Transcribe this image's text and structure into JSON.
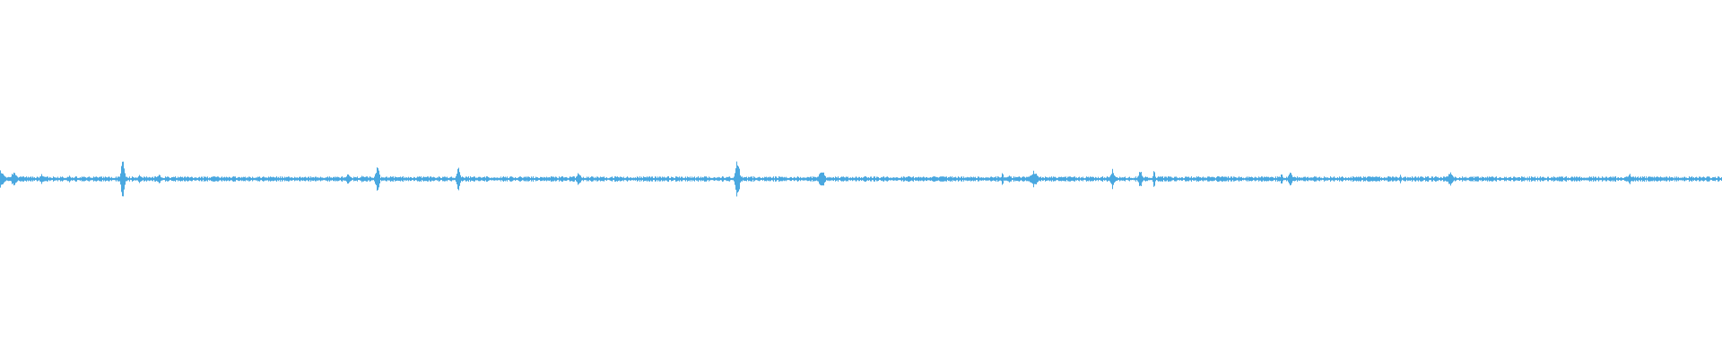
{
  "waveform": {
    "color": "#4aa8e0",
    "background": "#ffffff",
    "baseline_amplitude": 0.015,
    "bursts": [
      {
        "position": 0.0,
        "amplitude": 0.06,
        "width": 0.004
      },
      {
        "position": 0.008,
        "amplitude": 0.05,
        "width": 0.003
      },
      {
        "position": 0.024,
        "amplitude": 0.03,
        "width": 0.002
      },
      {
        "position": 0.04,
        "amplitude": 0.025,
        "width": 0.001
      },
      {
        "position": 0.071,
        "amplitude": 0.12,
        "width": 0.002
      },
      {
        "position": 0.081,
        "amplitude": 0.03,
        "width": 0.002
      },
      {
        "position": 0.092,
        "amplitude": 0.035,
        "width": 0.002
      },
      {
        "position": 0.202,
        "amplitude": 0.035,
        "width": 0.002
      },
      {
        "position": 0.21,
        "amplitude": 0.025,
        "width": 0.001
      },
      {
        "position": 0.219,
        "amplitude": 0.085,
        "width": 0.002
      },
      {
        "position": 0.266,
        "amplitude": 0.07,
        "width": 0.002
      },
      {
        "position": 0.336,
        "amplitude": 0.05,
        "width": 0.002
      },
      {
        "position": 0.428,
        "amplitude": 0.14,
        "width": 0.002
      },
      {
        "position": 0.477,
        "amplitude": 0.06,
        "width": 0.003
      },
      {
        "position": 0.582,
        "amplitude": 0.045,
        "width": 0.001
      },
      {
        "position": 0.586,
        "amplitude": 0.035,
        "width": 0.001
      },
      {
        "position": 0.6,
        "amplitude": 0.05,
        "width": 0.004
      },
      {
        "position": 0.646,
        "amplitude": 0.065,
        "width": 0.002
      },
      {
        "position": 0.662,
        "amplitude": 0.055,
        "width": 0.002
      },
      {
        "position": 0.67,
        "amplitude": 0.075,
        "width": 0.001
      },
      {
        "position": 0.744,
        "amplitude": 0.05,
        "width": 0.001
      },
      {
        "position": 0.749,
        "amplitude": 0.045,
        "width": 0.002
      },
      {
        "position": 0.813,
        "amplitude": 0.025,
        "width": 0.001
      },
      {
        "position": 0.842,
        "amplitude": 0.045,
        "width": 0.003
      },
      {
        "position": 0.946,
        "amplitude": 0.035,
        "width": 0.002
      }
    ]
  }
}
